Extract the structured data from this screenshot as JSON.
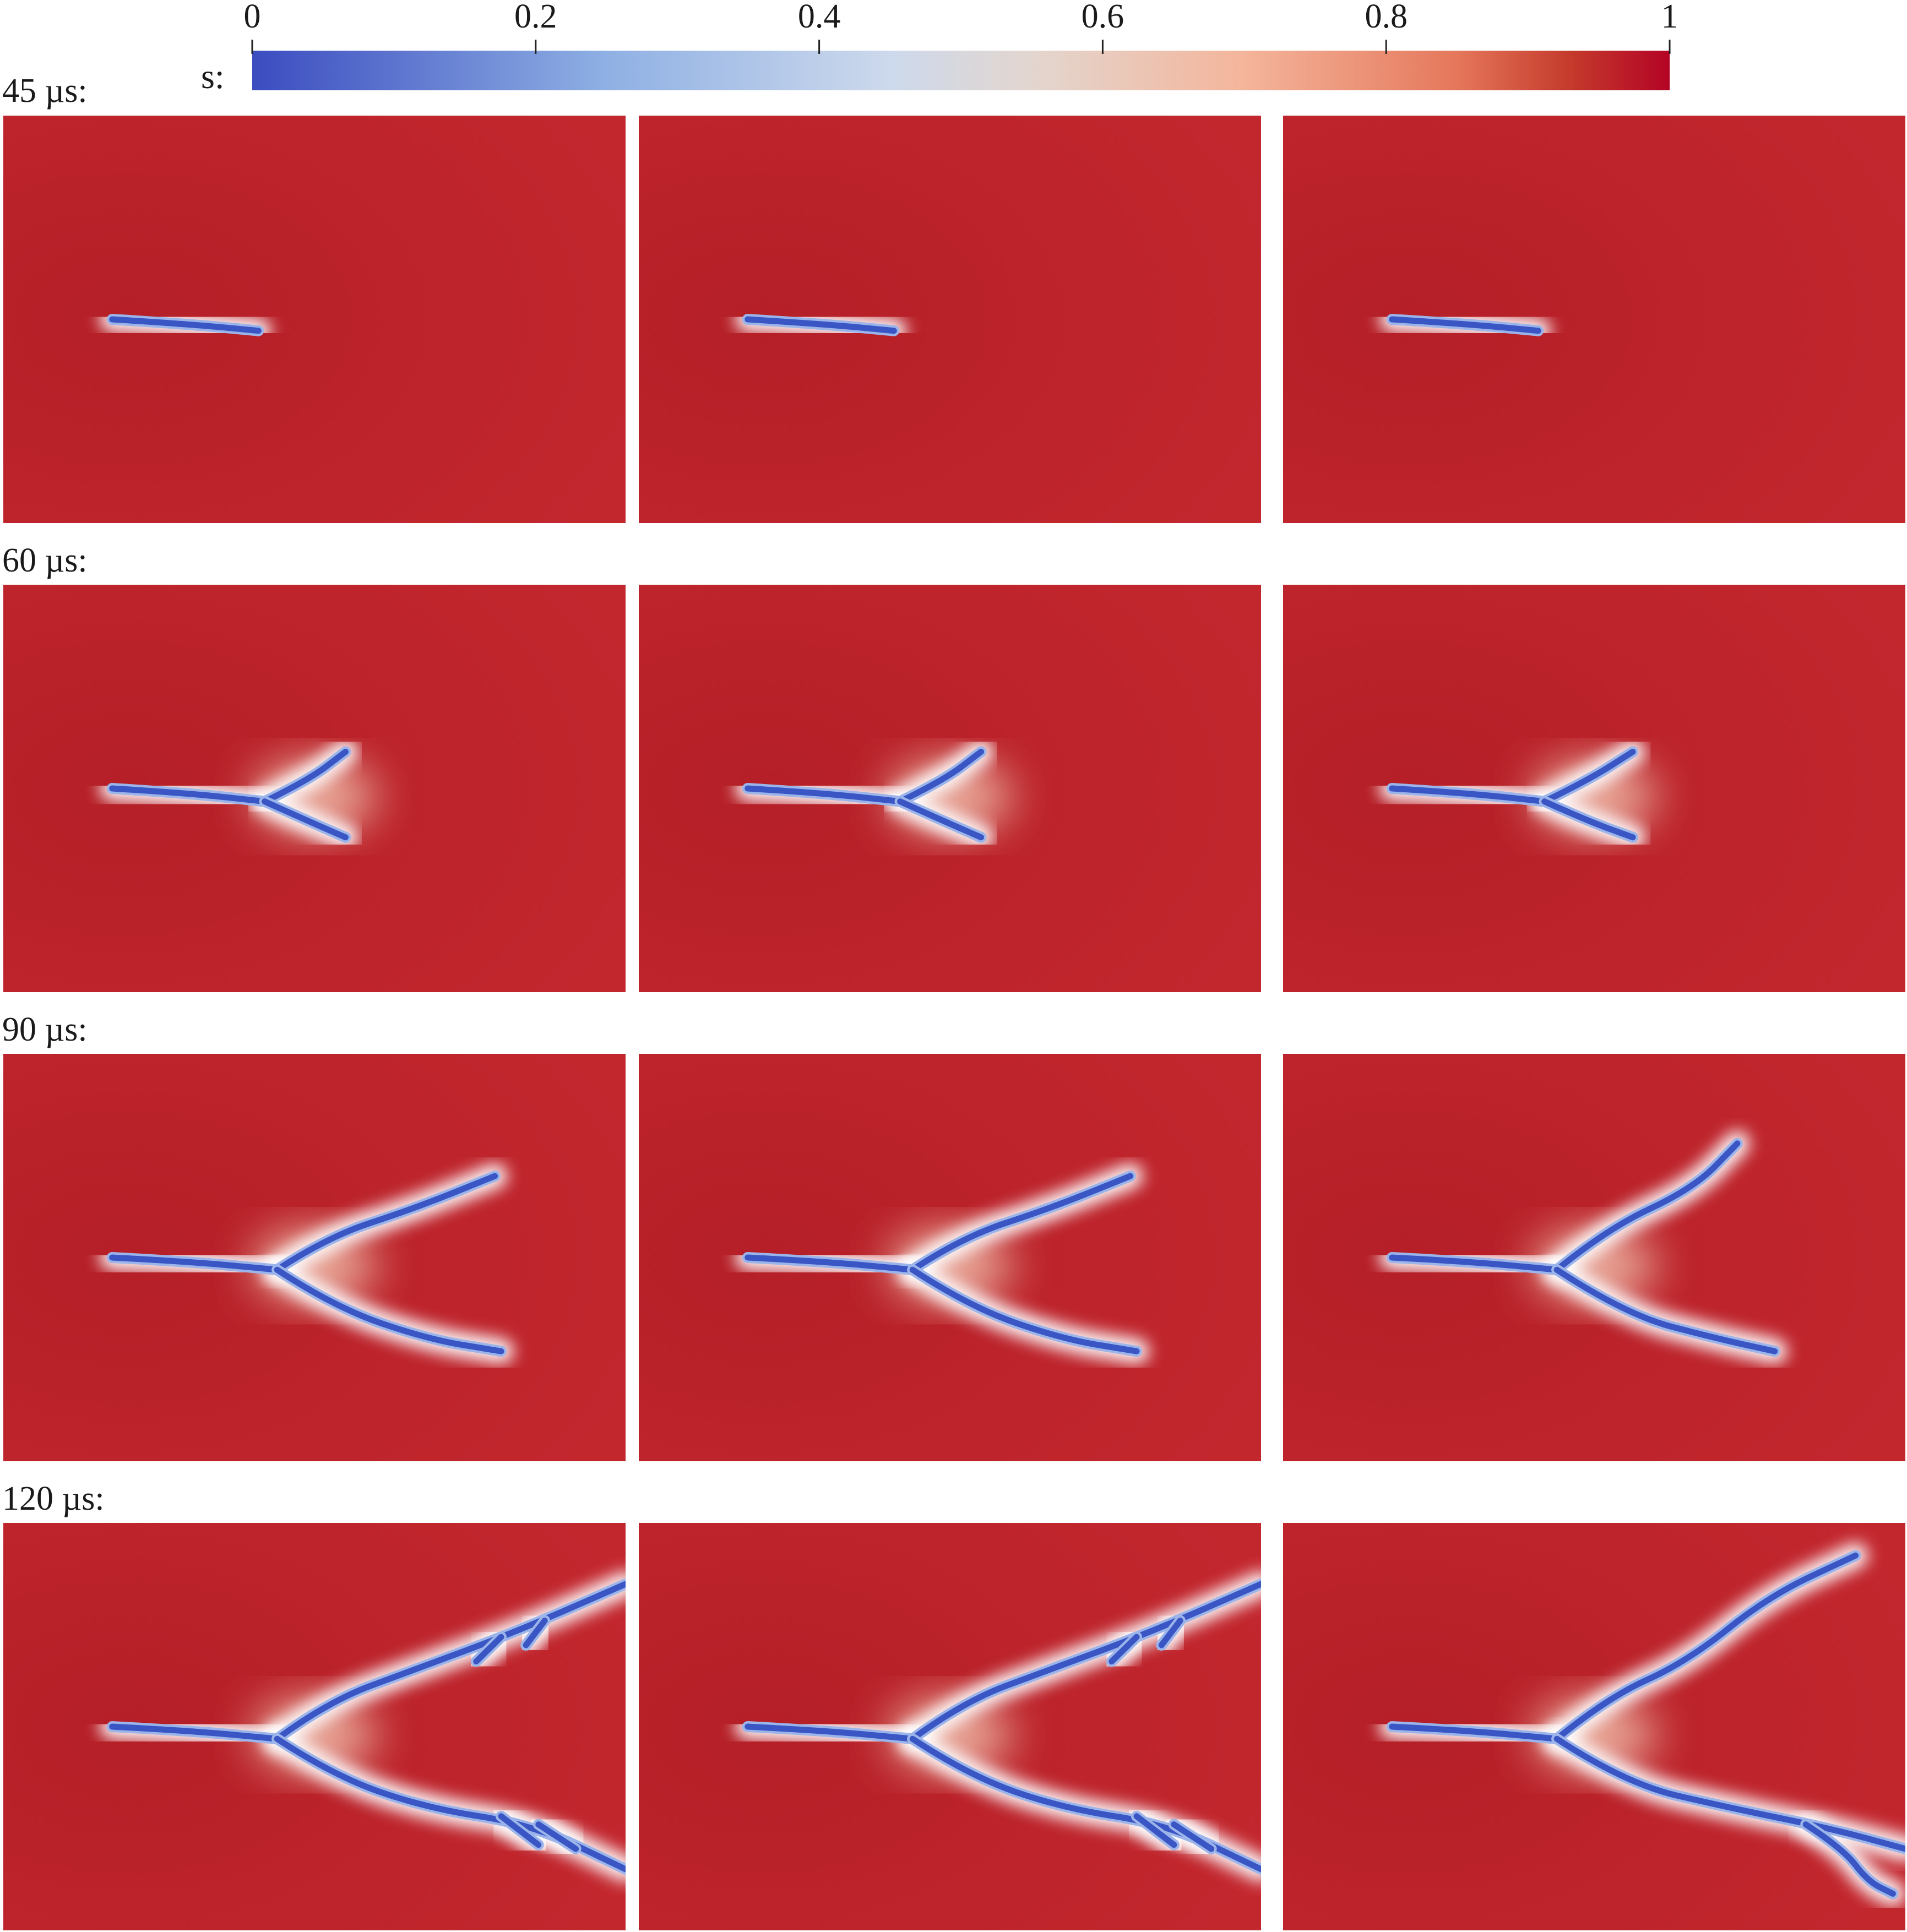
{
  "colorbar": {
    "label": "s:",
    "ticks": [
      "0",
      "0.2",
      "0.4",
      "0.6",
      "0.8",
      "1"
    ],
    "tick_values": [
      0,
      0.2,
      0.4,
      0.6,
      0.8,
      1
    ],
    "stops": [
      {
        "value": 0.0,
        "color": "#3b4cc0"
      },
      {
        "value": 0.25,
        "color": "#8fb0e4"
      },
      {
        "value": 0.45,
        "color": "#cdd9ec"
      },
      {
        "value": 0.55,
        "color": "#e3d6cf"
      },
      {
        "value": 0.7,
        "color": "#f4b59b"
      },
      {
        "value": 0.85,
        "color": "#e5775b"
      },
      {
        "value": 0.93,
        "color": "#c43a2b"
      },
      {
        "value": 1.0,
        "color": "#b40426"
      }
    ]
  },
  "rows": [
    {
      "label": "45 µs:"
    },
    {
      "label": "60 µs:"
    },
    {
      "label": "90 µs:"
    },
    {
      "label": "120 µs:"
    }
  ],
  "columns": 3,
  "colors": {
    "field": "#c1272d",
    "field_dark": "#b01e26",
    "crack": "#3a55c4",
    "halo": "#ffffff"
  }
}
